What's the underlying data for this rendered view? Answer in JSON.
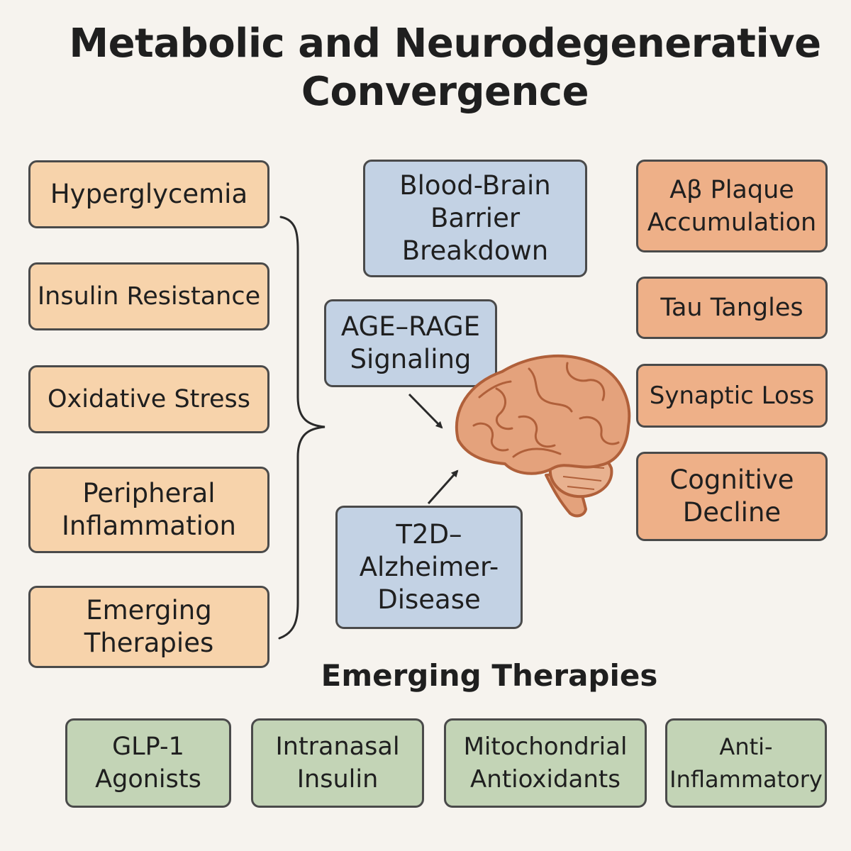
{
  "title": "Metabolic and Neurodegenerative Convergence",
  "metabolic_factors": [
    "Hyperglycemia",
    "Insulin Resistance",
    "Oxidative Stress",
    "Peripheral\nInflammation",
    "Emerging\nTherapies"
  ],
  "mechanisms": {
    "bbb": "Blood-Brain\nBarrier\nBreakdown",
    "age_rage": "AGE–RAGE\nSignaling",
    "t2d_ad": "T2D–\nAlzheimer-\nDisease"
  },
  "outcomes": [
    "Aβ Plaque\nAccumulation",
    "Tau Tangles",
    "Synaptic Loss",
    "Cognitive\nDecline"
  ],
  "therapies_heading": "Emerging Therapies",
  "therapies": [
    "GLP-1\nAgonists",
    "Intranasal\nInsulin",
    "Mitochondrial\nAntioxidants",
    "Anti-\nInflammatory"
  ],
  "colors": {
    "metabolic": "#f7d3ab",
    "mechanism": "#c3d2e4",
    "outcome": "#eeb088",
    "therapy": "#c3d4b6",
    "brain": "#e4a27c",
    "brain_outline": "#b0603a"
  },
  "icons": [
    "brain-icon",
    "arrow-icon",
    "brace-icon"
  ]
}
